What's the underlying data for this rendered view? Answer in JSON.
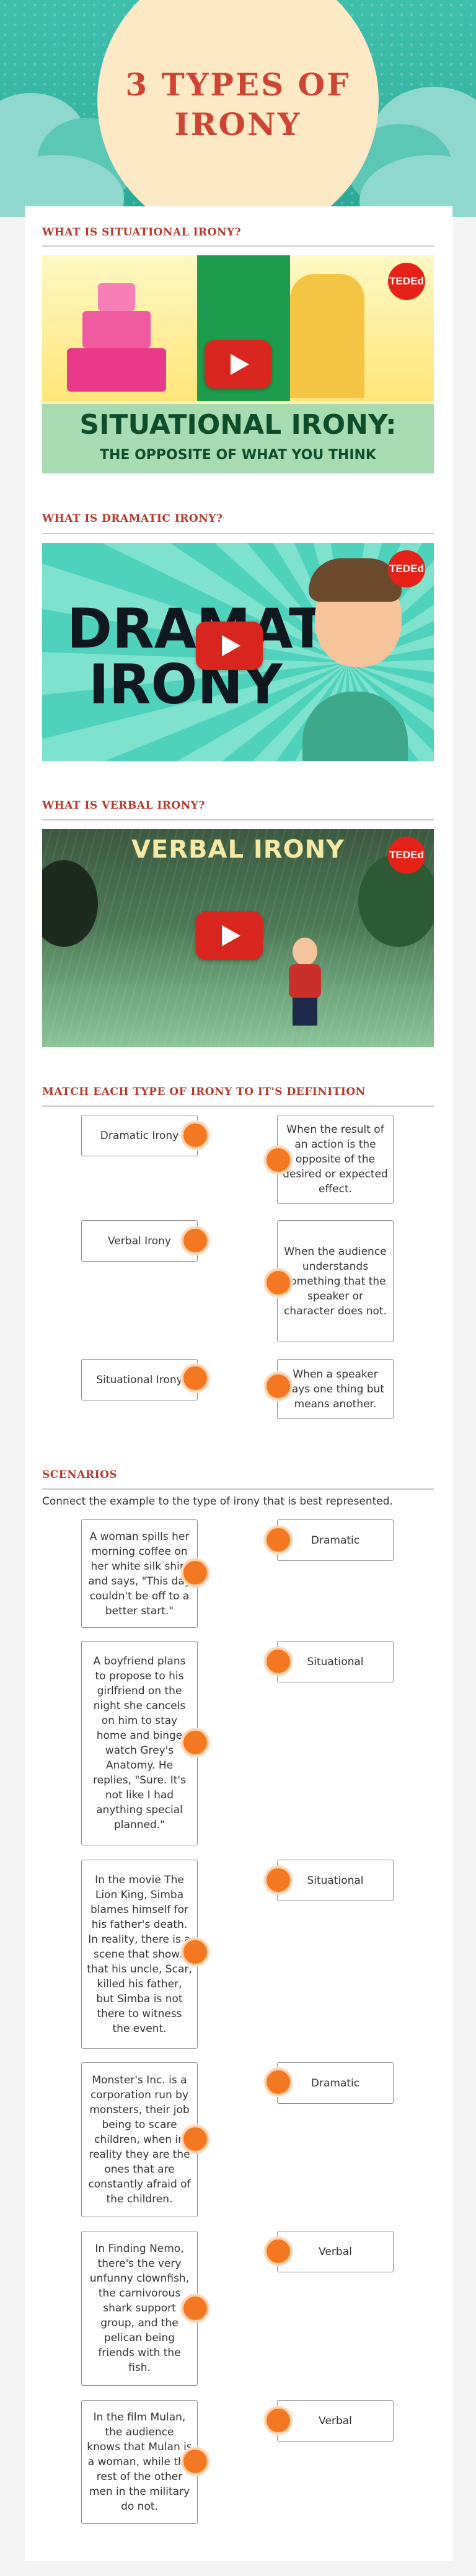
{
  "header": {
    "title": "3 Types of Irony"
  },
  "sections": {
    "situational": {
      "title": "What is Situational Irony?",
      "video": {
        "banner_title": "SITUATIONAL IRONY:",
        "banner_sub": "THE OPPOSITE OF WHAT YOU THINK",
        "badge": "TEDEd"
      }
    },
    "dramatic": {
      "title": "What is Dramatic Irony?",
      "video": {
        "text_line1": "DRAMATIC",
        "text_line2": "IRONY",
        "badge": "TEDEd"
      }
    },
    "verbal": {
      "title": "What is Verbal Irony?",
      "video": {
        "text": "VERBAL IRONY",
        "badge": "TEDEd"
      }
    },
    "match": {
      "title": "Match  each type of irony to it's definition",
      "left": [
        "Dramatic Irony",
        "Verbal Irony",
        "Situational Irony"
      ],
      "right": [
        "When the result of an action is the opposite of the desired or expected effect.",
        "When the audience understands something that the speaker or character does not.",
        "When a speaker says one thing but means another."
      ]
    },
    "scenarios": {
      "title": "Scenarios",
      "instructions": "Connect the example to the type of irony that is best represented.",
      "examples": [
        "A woman spills her morning coffee on her white silk shirt and says, \"This day couldn't be off to a better start.\"",
        "A boyfriend plans to propose to his girlfriend on the night she cancels on him to stay home and binge watch Grey's Anatomy. He replies, \"Sure. It's not like I had anything special planned.\"",
        "In the movie The Lion King, Simba blames himself for his father's death. In reality, there is a scene that shows that his uncle, Scar, killed his father, but Simba is not there to witness the event.",
        "Monster's Inc. is a corporation run by monsters, their job being to scare children, when in reality they are the ones that are constantly afraid of the children.",
        "In Finding Nemo, there's the very unfunny clownfish, the carnivorous shark support group, and the pelican being friends with the fish.",
        "In the film Mulan, the audience knows that Mulan is a woman, while the rest of the other men in the military do not."
      ],
      "answers": [
        "Dramatic",
        "Situational",
        "Situational",
        "Dramatic",
        "Verbal",
        "Verbal"
      ]
    }
  },
  "colors": {
    "title_red": "#cf4535",
    "teal": "#3fbfae",
    "dot_orange": "#f37821",
    "sun": "#fde9c6"
  }
}
